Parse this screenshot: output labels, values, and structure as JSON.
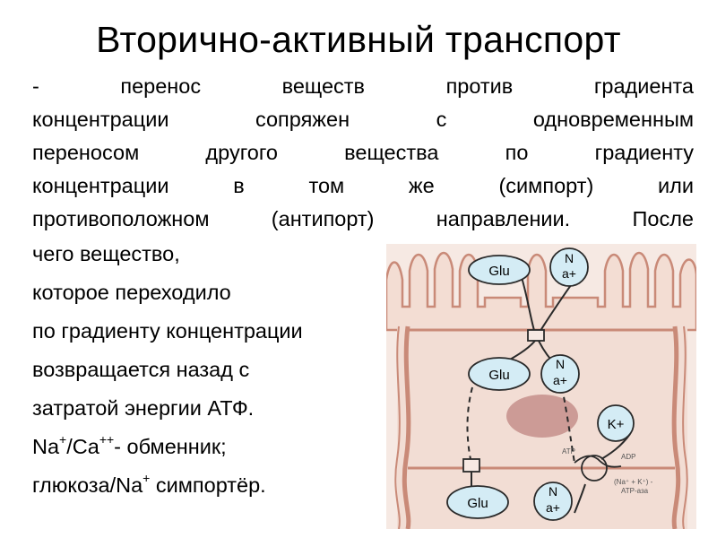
{
  "slide": {
    "title": "Вторично-активный транспорт",
    "justified_lines": [
      "- перенос веществ против градиента",
      "концентрации сопряжен с одновременным",
      "переносом другого вещества по градиенту",
      "концентрации в том же (симпорт) или",
      "противоположном (антипорт) направлении. После"
    ],
    "lines": [
      "чего вещество,",
      "которое переходило",
      "по градиенту концентрации",
      "возвращается назад с",
      "затратой энергии АТФ."
    ],
    "exchanger": {
      "prefix": "Na",
      "sup1": "+",
      "middle": "/Ca",
      "sup2": "++",
      "suffix": "- обменник;"
    },
    "symporter": {
      "prefix": "глюкоза/Na",
      "sup": "+",
      "suffix": " симпортёр."
    }
  },
  "figure": {
    "glu_top": "Glu",
    "glu_mid": "Glu",
    "glu_bottom": "Glu",
    "na_top": [
      "N",
      "a+"
    ],
    "na_mid": [
      "N",
      "a+"
    ],
    "na_bottom": [
      "N",
      "a+"
    ],
    "k_label": "K+",
    "atp_label": "ATP",
    "adp_label": "ADP",
    "pump_label_1": "(Na⁺ + K⁺) -",
    "pump_label_2": "ATP-аза",
    "colors": {
      "cell_fill": "#f2ddd4",
      "cell_edge": "#c98a78",
      "nucleus": "#cc9b96",
      "bubble_fill": "#d4ecf5",
      "bubble_stroke": "#2a2a2a"
    }
  }
}
